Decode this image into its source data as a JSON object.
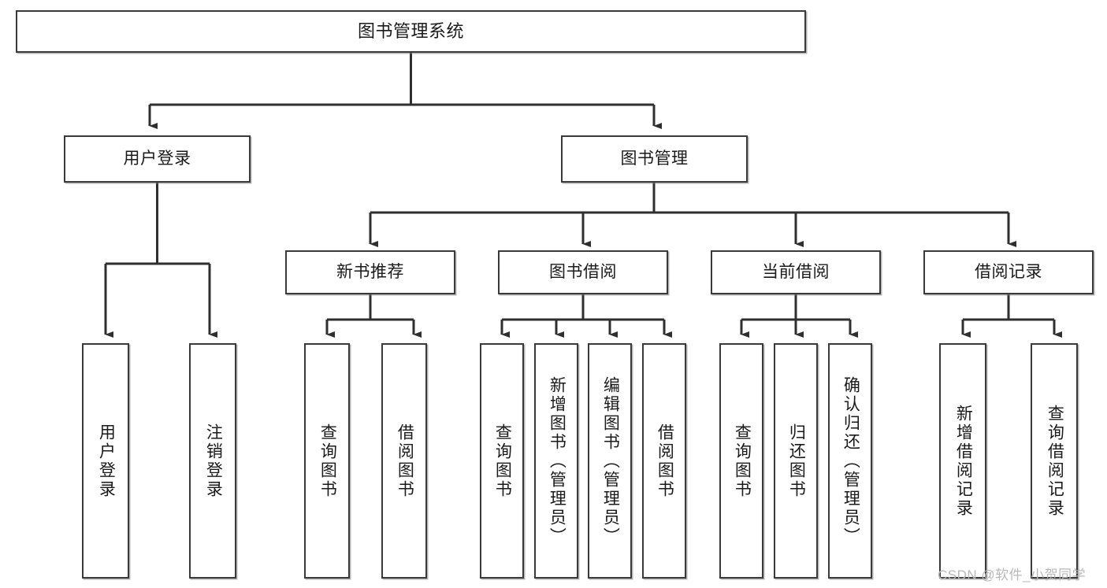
{
  "diagram": {
    "title": "图书管理系统",
    "type": "tree-hierarchy-diagram",
    "colors": {
      "box_border": "#3a3a3a",
      "box_fill": "#ffffff",
      "connector": "#2f2f2f",
      "text": "#1a1a1a",
      "watermark": "#b8b8b8"
    },
    "levels": {
      "root": {
        "label": "图书管理系统"
      },
      "level2": [
        {
          "label": "用户登录"
        },
        {
          "label": "图书管理"
        }
      ],
      "level3": [
        {
          "label": "新书推荐"
        },
        {
          "label": "图书借阅"
        },
        {
          "label": "当前借阅"
        },
        {
          "label": "借阅记录"
        }
      ],
      "leaves": {
        "user_login": [
          {
            "label": "用户登录"
          },
          {
            "label": "注销登录"
          }
        ],
        "new_book_recommend": [
          {
            "label": "查询图书"
          },
          {
            "label": "借阅图书"
          }
        ],
        "book_borrow": [
          {
            "label": "查询图书"
          },
          {
            "label": "新增图书（管理员）"
          },
          {
            "label": "编辑图书（管理员）"
          },
          {
            "label": "借阅图书"
          }
        ],
        "current_borrow": [
          {
            "label": "查询图书"
          },
          {
            "label": "归还图书"
          },
          {
            "label": "确认归还（管理员）"
          }
        ],
        "borrow_record": [
          {
            "label": "新增借阅记录"
          },
          {
            "label": "查询借阅记录"
          }
        ]
      }
    },
    "watermark": "CSDN @软件_小贺同学"
  }
}
